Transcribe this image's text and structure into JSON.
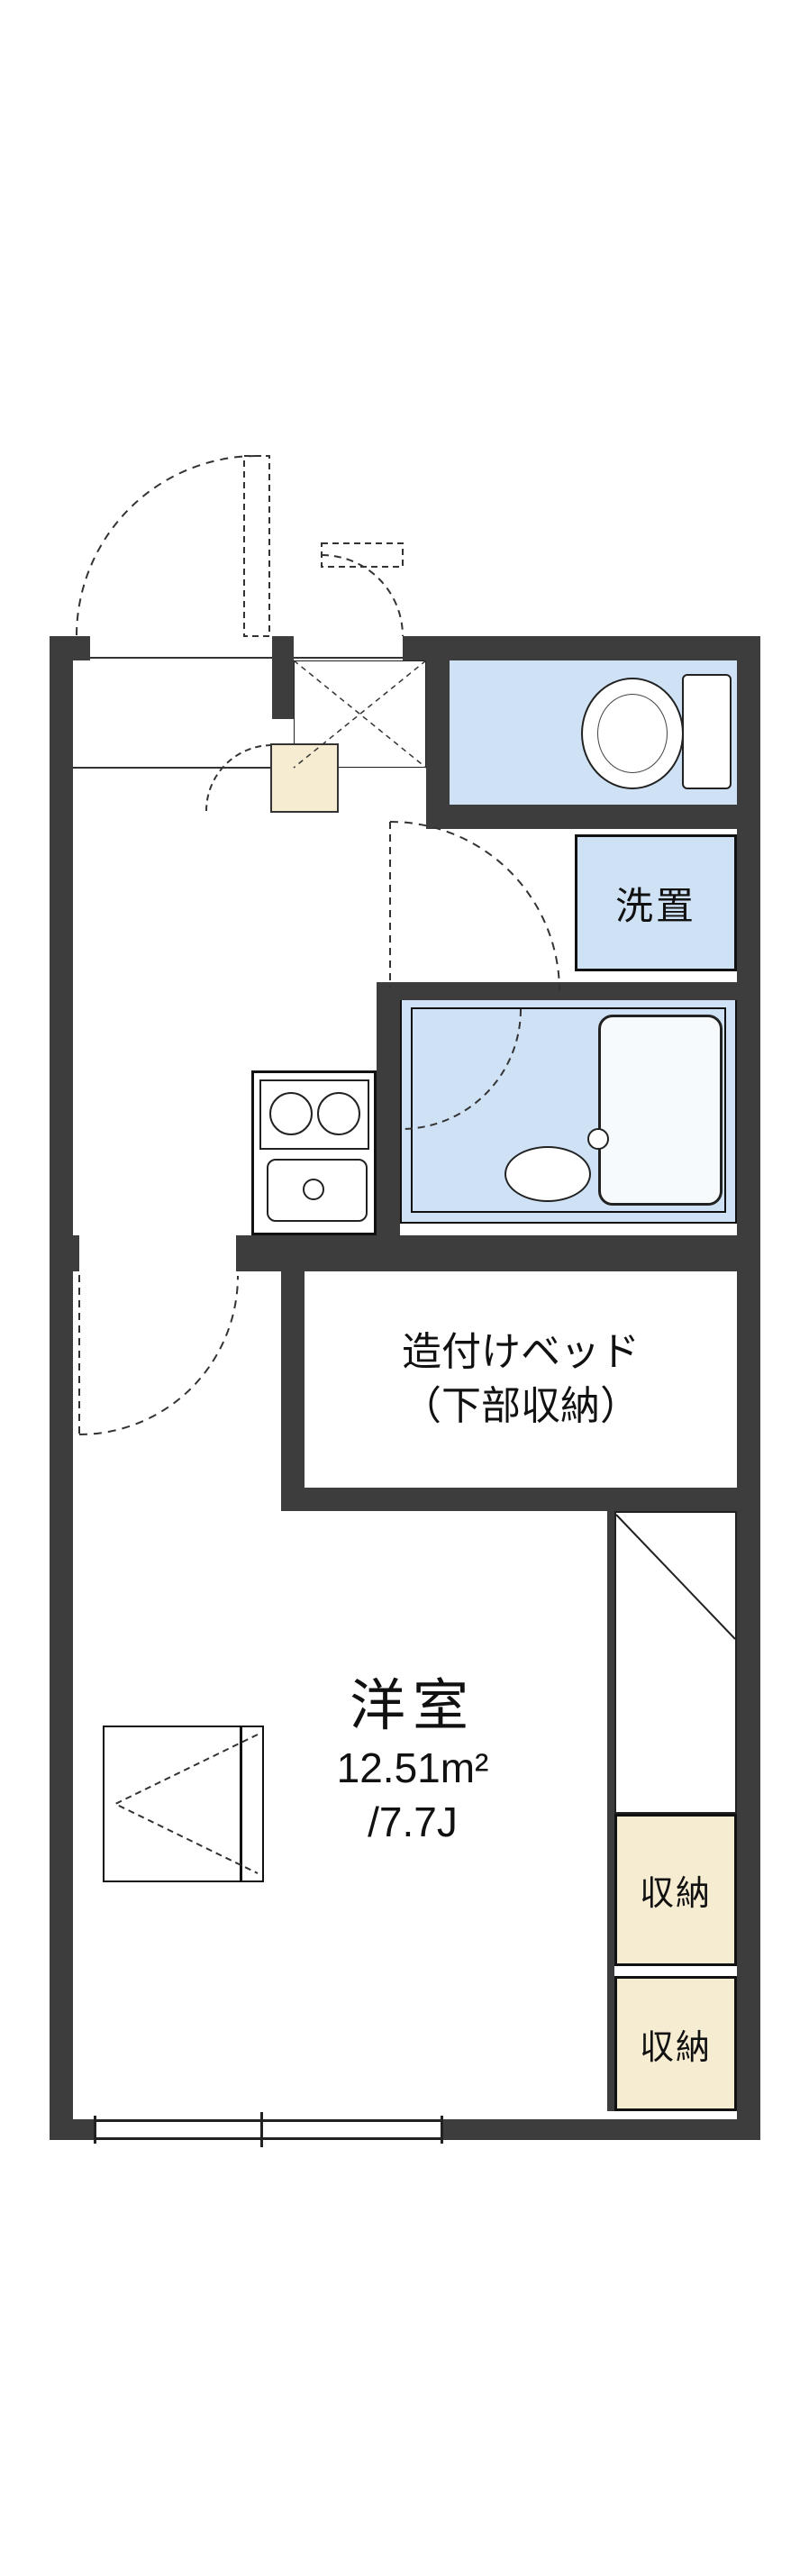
{
  "colors": {
    "wall": "#3d3d3d",
    "water": "#cfe1f4",
    "storage": "#f6ecd2",
    "line": "#111111",
    "background": "#ffffff",
    "text": "#111111"
  },
  "labels": {
    "washer_place": "洗置",
    "built_in_bed_line1": "造付けベッド",
    "built_in_bed_line2": "（下部収納）",
    "room_name": "洋室",
    "room_area_sqm": "12.51m²",
    "room_area_tatami": "/7.7J",
    "storage_upper": "収納",
    "storage_lower": "収納"
  },
  "fixtures": [
    "entrance-door",
    "entry-shoe-cabinet",
    "toilet",
    "washing-machine-place",
    "unit-bath",
    "bathtub",
    "washbasin",
    "kitchen-stove",
    "kitchen-sink",
    "built-in-bed",
    "closet-void",
    "storage-closet-upper",
    "storage-closet-lower",
    "folding-unit",
    "window"
  ]
}
